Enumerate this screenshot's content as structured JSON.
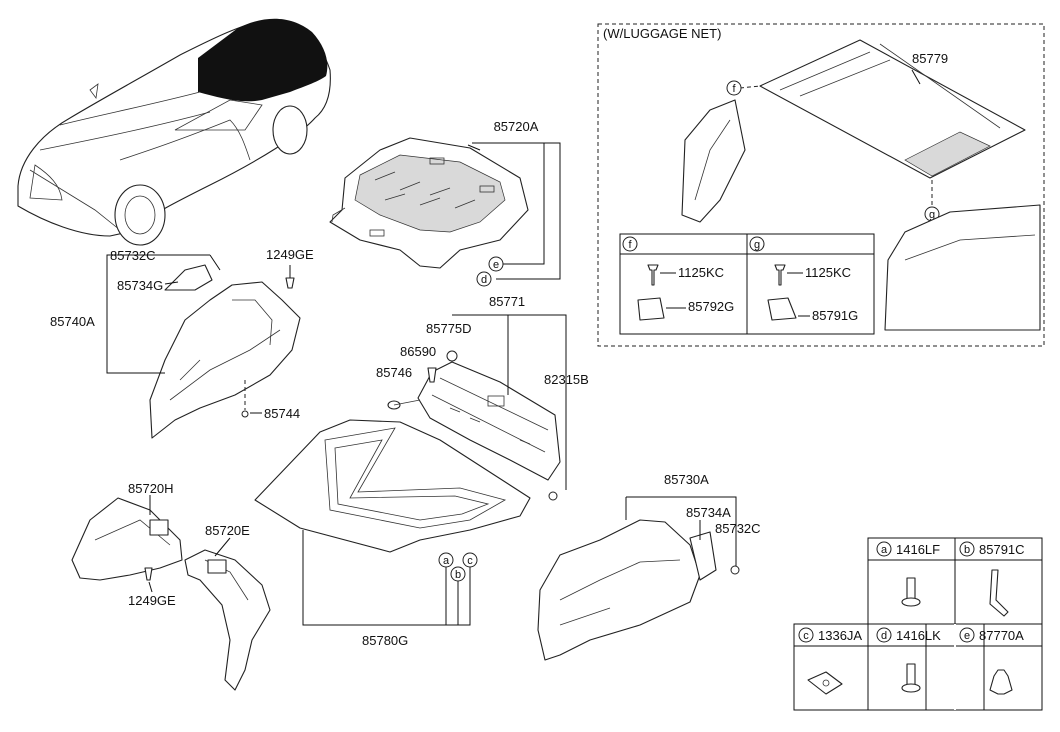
{
  "diagram": {
    "luggage_net_box": {
      "title": "(W/LUGGAGE NET)",
      "net_part": "85779",
      "callout_f": "f",
      "callout_g": "g",
      "sub_f": {
        "letter": "f",
        "bolt": "1125KC",
        "clip": "85792G"
      },
      "sub_g": {
        "letter": "g",
        "bolt": "1125KC",
        "clip": "85791G"
      }
    },
    "labels": {
      "p85720A": "85720A",
      "p85732C_top": "85732C",
      "p1249GE_top": "1249GE",
      "p85734G": "85734G",
      "p85740A": "85740A",
      "p85744": "85744",
      "p85771": "85771",
      "p85775D": "85775D",
      "p86590": "86590",
      "p85746": "85746",
      "p82315B": "82315B",
      "p85720H": "85720H",
      "p85720E": "85720E",
      "p1249GE_bot": "1249GE",
      "p85780G": "85780G",
      "p85730A": "85730A",
      "p85734A": "85734A",
      "p85732C_bot": "85732C"
    },
    "callouts": {
      "a": "a",
      "b": "b",
      "c": "c",
      "d": "d",
      "e": "e"
    },
    "legend": [
      {
        "letter": "a",
        "part": "1416LF",
        "icon": "push-pin-clip-icon"
      },
      {
        "letter": "b",
        "part": "85791C",
        "icon": "bent-bracket-icon"
      },
      {
        "letter": "c",
        "part": "1336JA",
        "icon": "speed-nut-icon"
      },
      {
        "letter": "d",
        "part": "1416LK",
        "icon": "push-pin-clip-icon"
      },
      {
        "letter": "e",
        "part": "87770A",
        "icon": "fir-tree-clip-icon"
      }
    ]
  }
}
